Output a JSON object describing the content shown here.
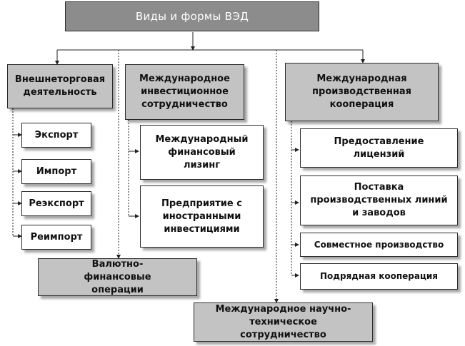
{
  "title": "Виды и формы ВЭД",
  "categories": {
    "trade": "Внешнеторговая деятельность",
    "investment": "Международное инвестиционное сотрудничество",
    "production": "Международная производственная кооперация",
    "currency": "Валютно-финансовые операции",
    "scitech": "Международное научно-техническое сотрудничество"
  },
  "trade_items": [
    "Экспорт",
    "Импорт",
    "Реэкспорт",
    "Реимпорт"
  ],
  "investment_items": [
    "Международный финансовый лизинг",
    "Предприятие с иностранными инвестициями"
  ],
  "production_items": [
    "Предоставление лицензий",
    "Поставка производственных линий и заводов",
    "Совместное производство",
    "Подрядная кооперация"
  ]
}
